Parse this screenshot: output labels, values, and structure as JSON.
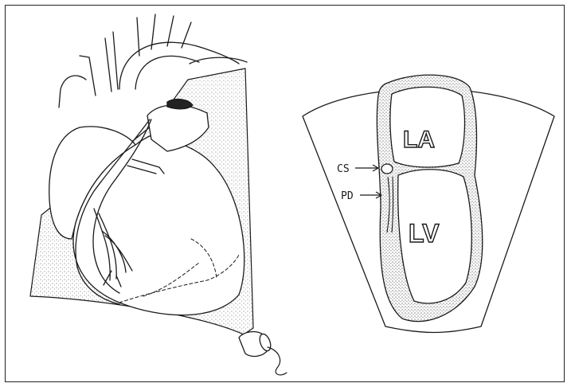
{
  "labels": {
    "la": "LA",
    "lv": "LV",
    "cs": "CS",
    "pd": "PD"
  },
  "colors": {
    "ink": "#1a1a1a",
    "stipple": "#9a9a9a",
    "background": "#ffffff"
  }
}
